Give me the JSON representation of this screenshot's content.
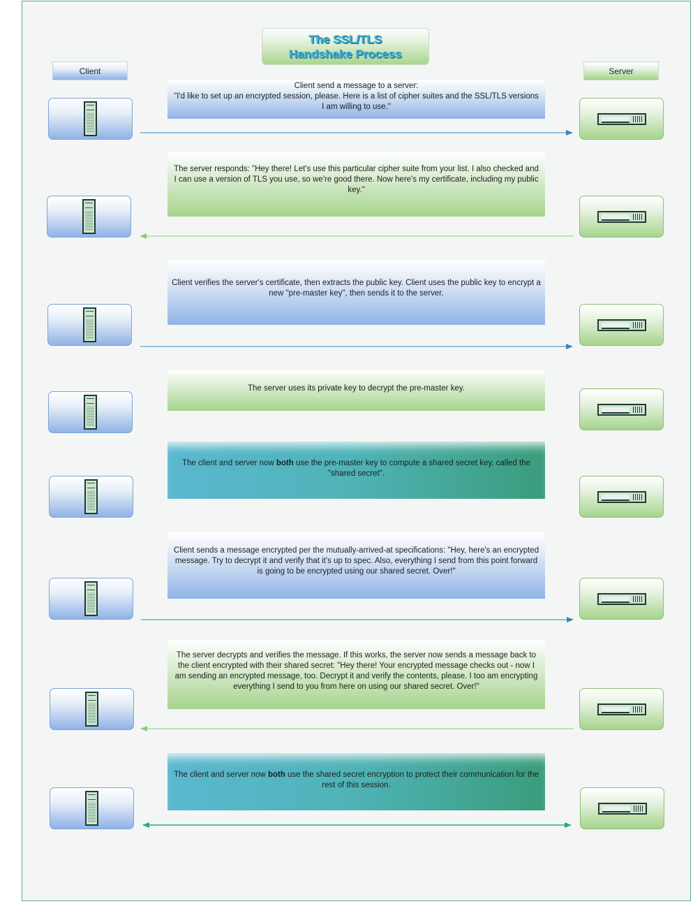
{
  "title": "The SSL/TLS\nHandshake Process",
  "client_label": "Client",
  "server_label": "Server",
  "steps": [
    {
      "text": "Client send a message to a server:\n\"I'd like to set up an encrypted session, please. Here is a list of cipher suites and the SSL/TLS versions I am willing to use.\"",
      "style": "blue",
      "direction": "client-to-server"
    },
    {
      "text": "The server responds: \"Hey there! Let's use this particular cipher suite from your list. I also checked and I can use a version of TLS you use, so we're good there. Now here's my certificate, including my public key.\"",
      "style": "green",
      "direction": "server-to-client"
    },
    {
      "text": "Client verifies the server's certificate, then extracts the public key. Client uses the public key to encrypt a new \"pre-master key\", then sends it to the server.",
      "style": "blue",
      "direction": "client-to-server"
    },
    {
      "text": "The server uses its private key to decrypt the pre-master key.",
      "style": "green",
      "direction": "none"
    },
    {
      "before": "The client and server now ",
      "bold": "both",
      "after": " use the pre-master key to compute a shared secret key, called the \"shared secret\".",
      "style": "teal",
      "direction": "none"
    },
    {
      "text": "Client sends a message encrypted per the mutually-arrived-at specifications: \"Hey, here's an encrypted message. Try to decrypt it and verify that it's up to spec. Also, everything I send from this point forward is going to be encrypted using our shared secret. Over!\"",
      "style": "blue",
      "direction": "client-to-server"
    },
    {
      "text": "The server decrypts and verifies the message. If this works, the server now sends a message back to the client encrypted with their shared secret: \"Hey there! Your encrypted message checks out - now I am sending an encrypted message, too. Decrypt it and verify the contents, please. I too am encrypting everything I send to you from here on using our shared secret. Over!\"",
      "style": "green",
      "direction": "server-to-client"
    },
    {
      "before": "The client and server now ",
      "bold": "both",
      "after": " use the shared secret encryption to protect their communication for the rest of this session.",
      "style": "teal",
      "direction": "both"
    }
  ],
  "colors": {
    "arrow_blue": "#3a86b8",
    "arrow_green": "#8cc97a",
    "arrow_teal": "#2aa88a",
    "border": "#5aa58f"
  }
}
